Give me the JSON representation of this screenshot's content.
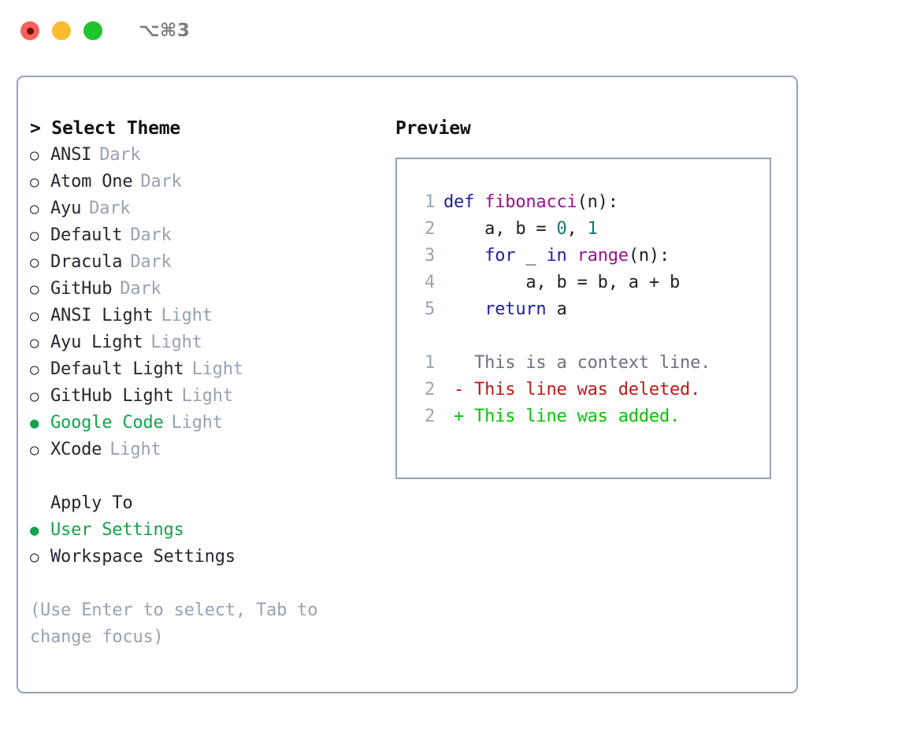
{
  "titlebar": {
    "shortcut": "⌥⌘3",
    "buttons": [
      {
        "name": "close",
        "color": "#fa6159"
      },
      {
        "name": "minimize",
        "color": "#fcbc2d"
      },
      {
        "name": "maximize",
        "color": "#22c52e"
      }
    ]
  },
  "theme_panel": {
    "heading": "> Select Theme",
    "items": [
      {
        "marker": "○",
        "label": "ANSI",
        "tag": "Dark",
        "selected": false
      },
      {
        "marker": "○",
        "label": "Atom One",
        "tag": "Dark",
        "selected": false
      },
      {
        "marker": "○",
        "label": "Ayu",
        "tag": "Dark",
        "selected": false
      },
      {
        "marker": "○",
        "label": "Default",
        "tag": "Dark",
        "selected": false
      },
      {
        "marker": "○",
        "label": "Dracula",
        "tag": "Dark",
        "selected": false
      },
      {
        "marker": "○",
        "label": "GitHub",
        "tag": "Dark",
        "selected": false
      },
      {
        "marker": "○",
        "label": "ANSI Light",
        "tag": "Light",
        "selected": false
      },
      {
        "marker": "○",
        "label": "Ayu Light",
        "tag": "Light",
        "selected": false
      },
      {
        "marker": "○",
        "label": "Default Light",
        "tag": "Light",
        "selected": false
      },
      {
        "marker": "○",
        "label": "GitHub Light",
        "tag": "Light",
        "selected": false
      },
      {
        "marker": "●",
        "label": "Google Code",
        "tag": "Light",
        "selected": true
      },
      {
        "marker": "○",
        "label": "XCode",
        "tag": "Light",
        "selected": false
      }
    ]
  },
  "apply_to": {
    "heading": "Apply To",
    "items": [
      {
        "marker": "●",
        "label": "User Settings",
        "selected": true
      },
      {
        "marker": "○",
        "label": "Workspace Settings",
        "selected": false
      }
    ]
  },
  "hint": "(Use Enter to select, Tab to change focus)",
  "preview": {
    "title": "Preview",
    "code_lines": [
      {
        "num": "1",
        "tokens": [
          {
            "t": "def ",
            "c": "kw"
          },
          {
            "t": "fibonacci",
            "c": "fn"
          },
          {
            "t": "(n):",
            "c": "pl"
          }
        ]
      },
      {
        "num": "2",
        "tokens": [
          {
            "t": "    a, b = ",
            "c": "pl"
          },
          {
            "t": "0",
            "c": "num"
          },
          {
            "t": ", ",
            "c": "pl"
          },
          {
            "t": "1",
            "c": "num"
          }
        ]
      },
      {
        "num": "3",
        "tokens": [
          {
            "t": "    ",
            "c": "pl"
          },
          {
            "t": "for",
            "c": "kw"
          },
          {
            "t": " _ ",
            "c": "pl"
          },
          {
            "t": "in",
            "c": "kw"
          },
          {
            "t": " ",
            "c": "pl"
          },
          {
            "t": "range",
            "c": "fn"
          },
          {
            "t": "(n):",
            "c": "pl"
          }
        ]
      },
      {
        "num": "4",
        "tokens": [
          {
            "t": "        a, b = b, a + b",
            "c": "pl"
          }
        ]
      },
      {
        "num": "5",
        "tokens": [
          {
            "t": "    ",
            "c": "pl"
          },
          {
            "t": "return",
            "c": "kw"
          },
          {
            "t": " a",
            "c": "pl"
          }
        ]
      }
    ],
    "diff_lines": [
      {
        "num": "1",
        "sign": " ",
        "text": "This is a context line.",
        "kind": "ctx"
      },
      {
        "num": "2",
        "sign": "-",
        "text": "This line was deleted.",
        "kind": "del"
      },
      {
        "num": "2",
        "sign": "+",
        "text": "This line was added.",
        "kind": "add"
      }
    ]
  },
  "colors": {
    "accent_green": "#15a34a",
    "border": "#97a3b4",
    "muted": "#98a2b3",
    "diff_add": "#06c406",
    "diff_del": "#c01818",
    "syntax_keyword": "#1f1f9e",
    "syntax_function": "#9b0f8e",
    "syntax_number": "#0f7a7a"
  }
}
